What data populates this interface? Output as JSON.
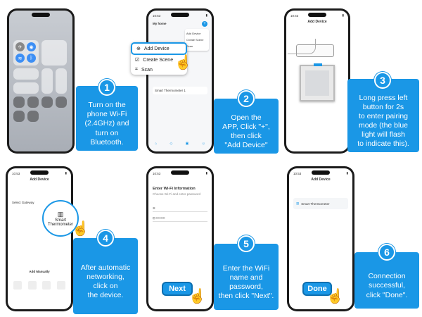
{
  "steps": [
    {
      "number": "1",
      "lines": [
        "Turn on the",
        "phone Wi-Fi",
        "(2.4GHz) and",
        "turn on",
        "Bluetooth."
      ]
    },
    {
      "number": "2",
      "lines": [
        "Open the",
        "APP, Click \"+\",",
        "then click",
        "\"Add Device\""
      ]
    },
    {
      "number": "3",
      "lines": [
        "Long press left",
        "button for 2s",
        "to enter pairing",
        "mode (the blue",
        "light will flash",
        "to indicate this)."
      ]
    },
    {
      "number": "4",
      "lines": [
        "After automatic",
        "networking,",
        "click on",
        "the device."
      ]
    },
    {
      "number": "5",
      "lines": [
        "Enter the WiFi",
        "name and",
        "password,",
        "then click \"Next\"."
      ]
    },
    {
      "number": "6",
      "lines": [
        "Connection",
        "successful,",
        "click \"Done\"."
      ]
    }
  ],
  "phone2": {
    "time": "10:53",
    "home": "My home",
    "menu": [
      "Add Device",
      "Create Scene",
      "Scan"
    ],
    "small_menu": [
      "Add Device",
      "Create Scene",
      "Scan"
    ],
    "device": "Smart Thermometer 1"
  },
  "phone3": {
    "time": "10:43",
    "title": "Add Device"
  },
  "phone4": {
    "time": "10:53",
    "title": "Add Device",
    "gateway": "Select Gateway",
    "device": "Smart Thermometer",
    "manual": "Add Manually"
  },
  "phone5": {
    "time": "10:53",
    "title": "Enter Wi-Fi Information",
    "subtitle": "Choose Wi-Fi and enter password",
    "button": "Next"
  },
  "phone6": {
    "time": "10:53",
    "title": "Add Device",
    "device": "Smart Thermometer",
    "button": "Done"
  },
  "colors": {
    "accent": "#1a97e6"
  }
}
